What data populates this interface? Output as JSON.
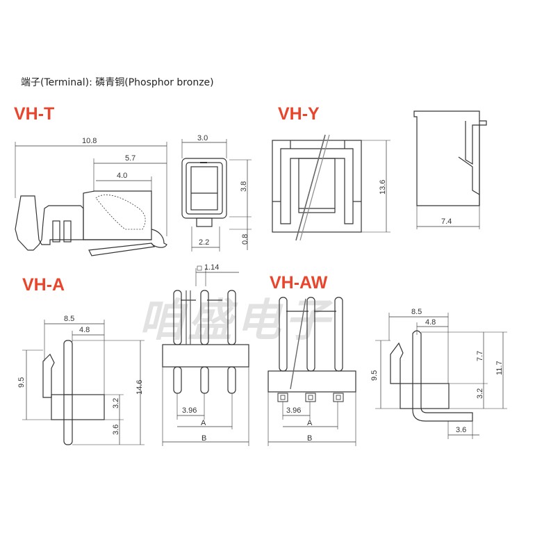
{
  "header": {
    "text": "端子(Terminal): 磷青铜(Phosphor bronze)"
  },
  "watermark": "咱盛电子",
  "sections": {
    "vh_t": {
      "title": "VH-T",
      "dims": {
        "d10_8": "10.8",
        "d5_7": "5.7",
        "d4_0": "4.0",
        "d3_0": "3.0",
        "d3_8": "3.8",
        "d2_2": "2.2",
        "d0_8": "0.8"
      }
    },
    "vh_y": {
      "title": "VH-Y",
      "dims": {
        "d13_6": "13.6",
        "d7_4": "7.4"
      }
    },
    "vh_a": {
      "title": "VH-A",
      "dims": {
        "d8_5": "8.5",
        "d4_8": "4.8",
        "d9_5": "9.5",
        "d14_6": "14.6",
        "d3_2": "3.2",
        "d3_6": "3.6",
        "d1_14": "1.14",
        "d3_96": "3.96",
        "a": "A",
        "b": "B"
      }
    },
    "vh_aw": {
      "title": "VH-AW",
      "dims": {
        "d3_96": "3.96",
        "a": "A",
        "b": "B",
        "d8_5": "8.5",
        "d4_8": "4.8",
        "d9_5": "9.5",
        "d7_7": "7.7",
        "d11_7": "11.7",
        "d3_2": "3.2",
        "d3_6": "3.6"
      }
    }
  }
}
